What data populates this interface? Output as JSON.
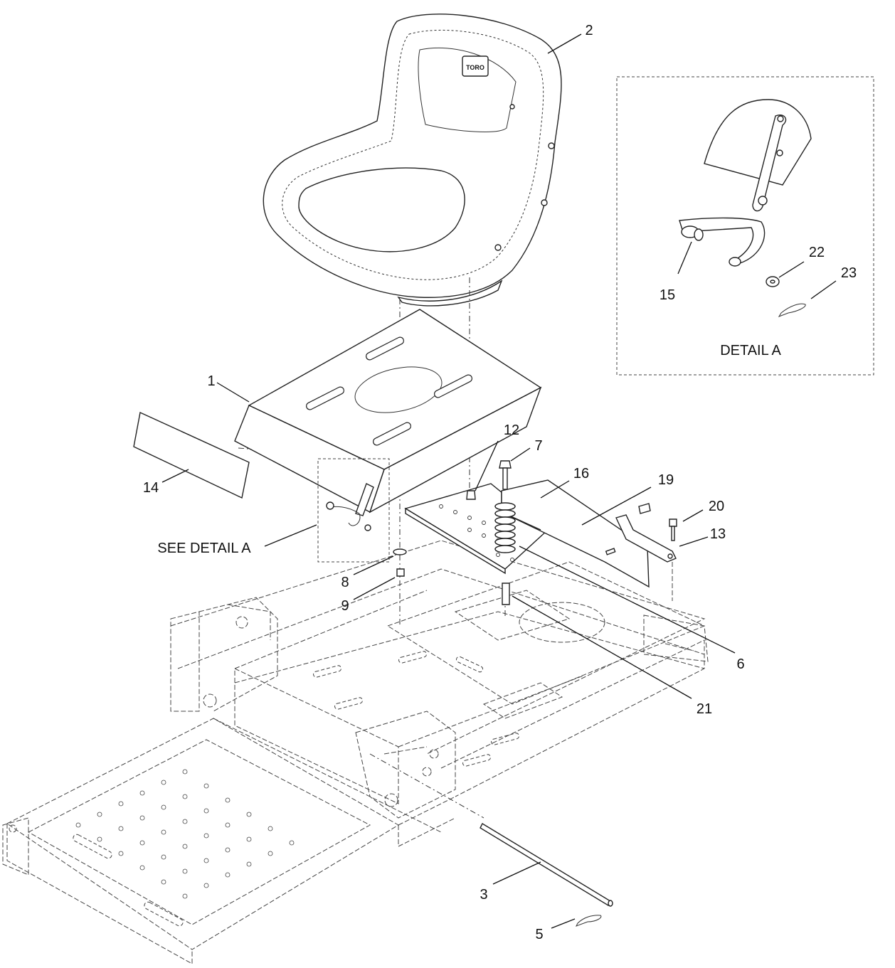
{
  "diagram": {
    "seat_logo": "TORO",
    "detail_title": "DETAIL  A",
    "see_detail": "SEE DETAIL  A",
    "callouts": {
      "c1": "1",
      "c2": "2",
      "c3": "3",
      "c5": "5",
      "c6": "6",
      "c7": "7",
      "c8": "8",
      "c9": "9",
      "c12": "12",
      "c13": "13",
      "c14": "14",
      "c15": "15",
      "c16": "16",
      "c19": "19",
      "c20": "20",
      "c21": "21",
      "c22": "22",
      "c23": "23"
    }
  }
}
